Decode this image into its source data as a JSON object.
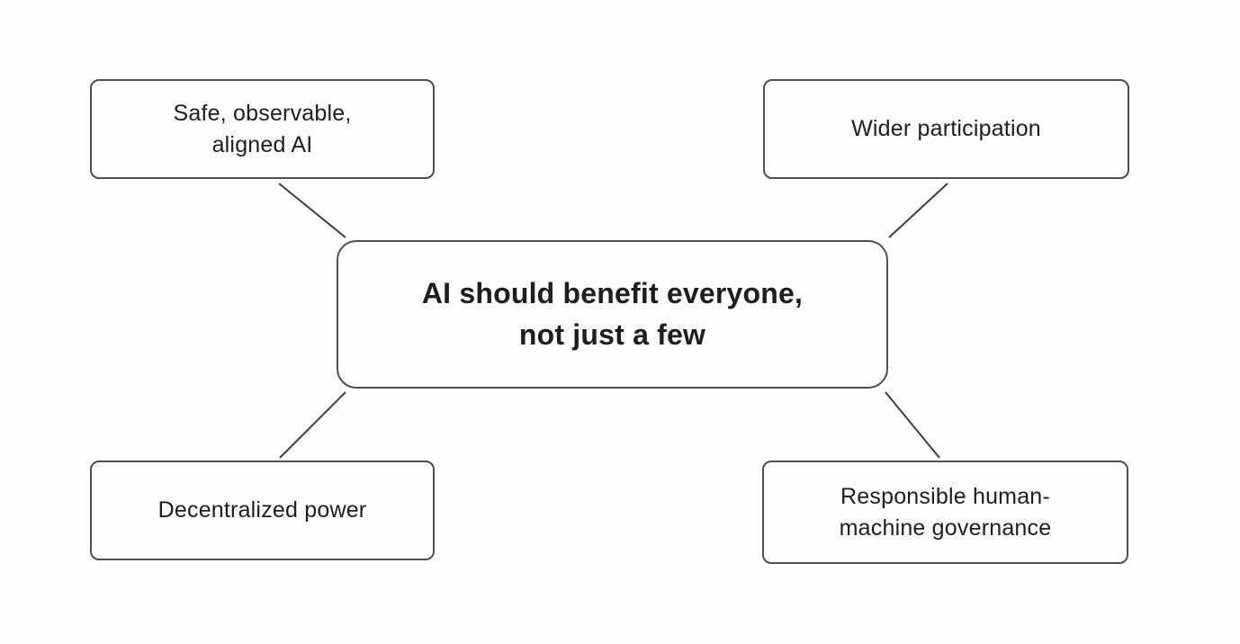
{
  "diagram": {
    "center_node": {
      "id": "center",
      "label": "AI should benefit everyone,\nnot just a few"
    },
    "nodes": [
      {
        "id": "top-left",
        "label": "Safe, observable,\naligned AI"
      },
      {
        "id": "top-right",
        "label": "Wider participation"
      },
      {
        "id": "bottom-left",
        "label": "Decentralized power"
      },
      {
        "id": "bottom-right",
        "label": "Responsible human-\nmachine governance"
      }
    ],
    "edges": [
      {
        "from": "center",
        "to": "top-left"
      },
      {
        "from": "center",
        "to": "top-right"
      },
      {
        "from": "center",
        "to": "bottom-left"
      },
      {
        "from": "center",
        "to": "bottom-right"
      }
    ],
    "colors": {
      "background": "#fdfdfd",
      "box_border": "#4f4f4f",
      "text": "#1e1e1e",
      "connector": "#3d3d3d"
    }
  }
}
